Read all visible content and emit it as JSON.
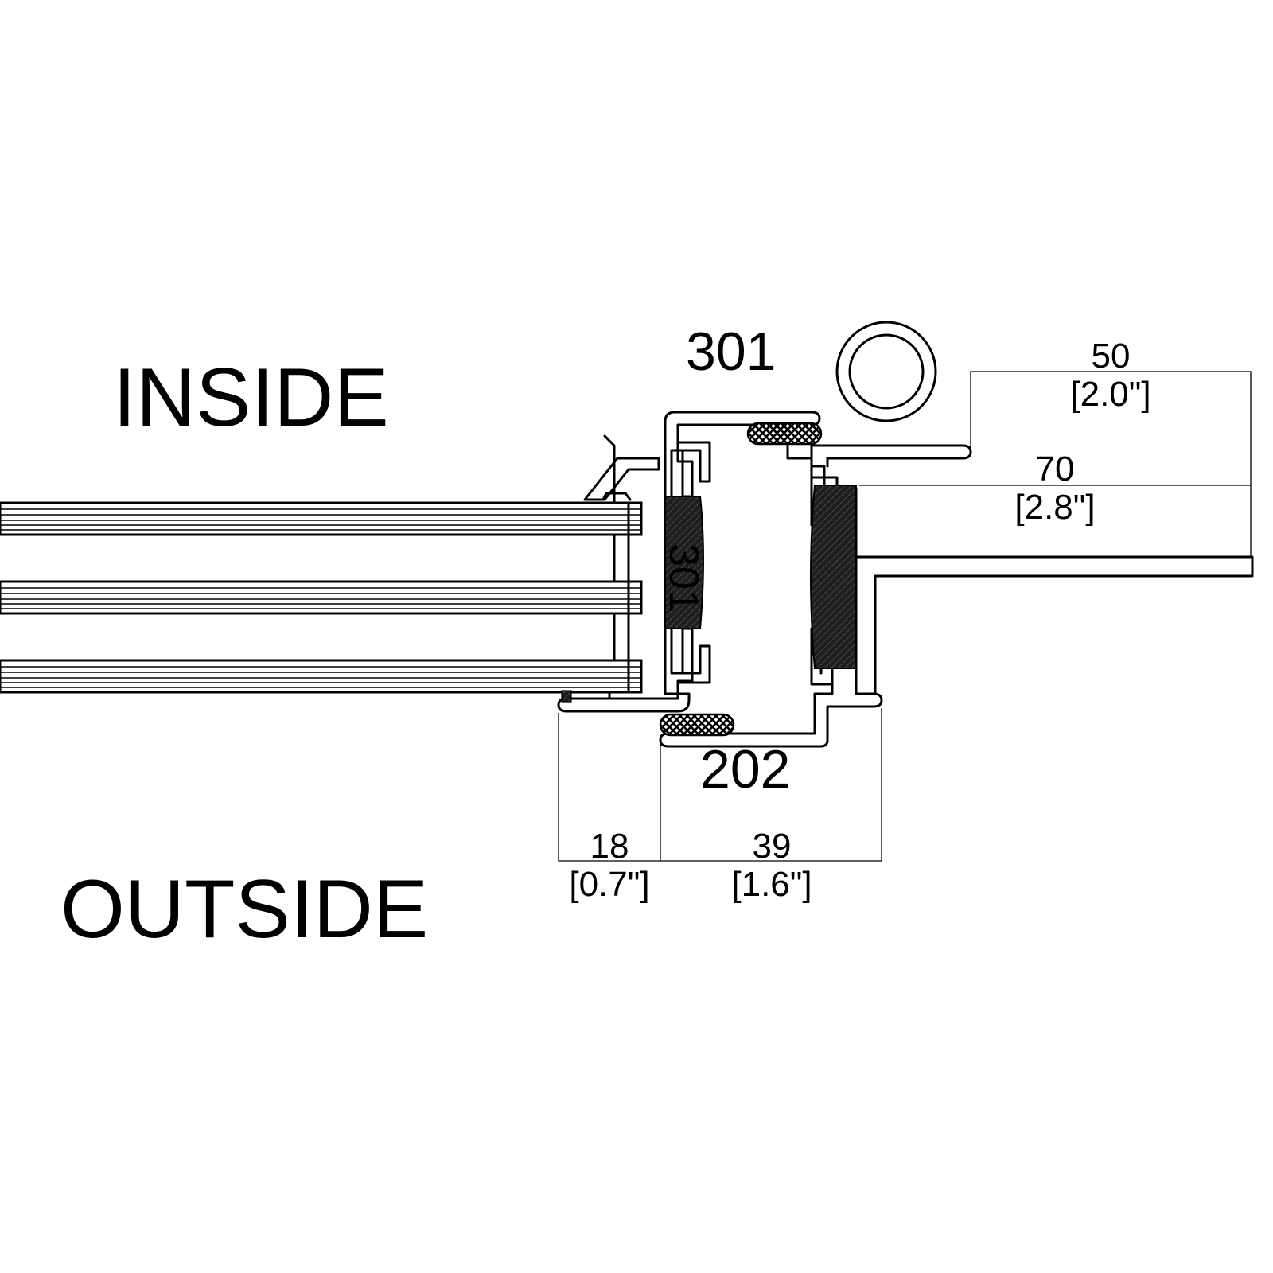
{
  "labels": {
    "inside": "INSIDE",
    "outside": "OUTSIDE",
    "part_top": "301",
    "part_bottom": "202",
    "part_rotated": "301"
  },
  "dimensions": [
    {
      "id": "dim-50",
      "value": "50",
      "imperial": "[2.0\"]"
    },
    {
      "id": "dim-70",
      "value": "70",
      "imperial": "[2.8\"]"
    },
    {
      "id": "dim-18",
      "value": "18",
      "imperial": "[0.7\"]"
    },
    {
      "id": "dim-39",
      "value": "39",
      "imperial": "[1.6\"]"
    }
  ]
}
